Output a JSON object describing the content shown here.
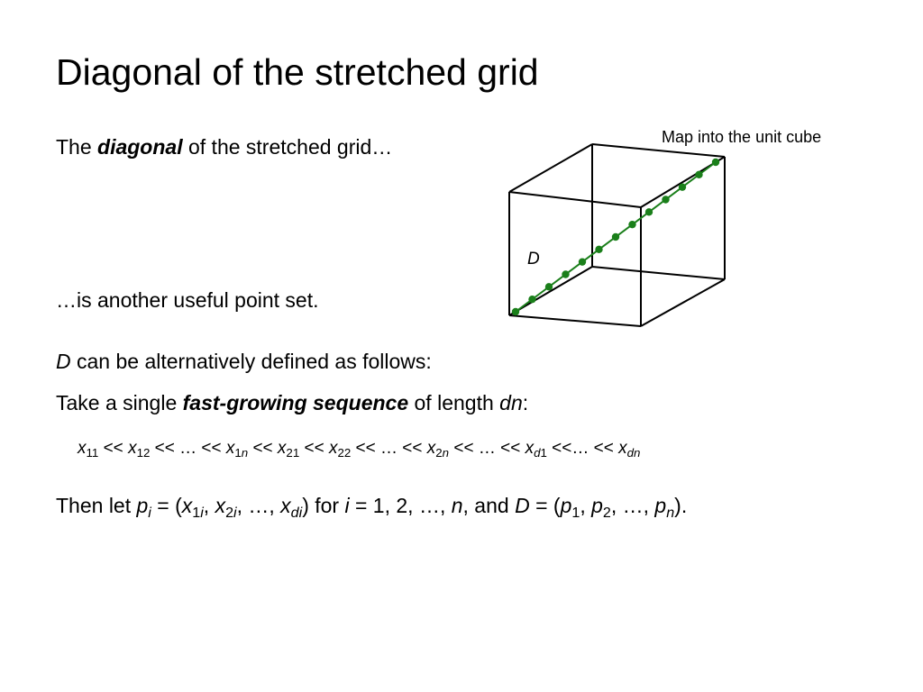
{
  "slide": {
    "title": "Diagonal of the stretched grid",
    "line1": {
      "pre": "The ",
      "bold": "diagonal",
      "post": " of the stretched grid…"
    },
    "line2": "…is another useful point set.",
    "line3": {
      "var": "D",
      "post": " can be alternatively defined as follows:"
    },
    "line4": {
      "pre": "Take a single ",
      "bold": "fast-growing sequence",
      "mid": " of length ",
      "var": "dn",
      "post": ":"
    },
    "formula": {
      "x": "x",
      "op": " << ",
      "ell": "…",
      "s11": "11",
      "s12": "12",
      "s1n_a": "1",
      "s1n_b": "n",
      "s21": "21",
      "s22": "22",
      "s2n_a": "2",
      "s2n_b": "n",
      "sd1_a": "d",
      "sd1_b": "1",
      "sdn": "dn",
      "op_tight": " <<"
    },
    "line5": {
      "then": "Then let ",
      "p": "p",
      "i": "i",
      "eq_open": " = (",
      "x": "x",
      "one": "1",
      "two": "2",
      "d": "d",
      "comma": ", ",
      "dots": "…",
      "close_for": ") for ",
      "range": " = 1, 2, …, ",
      "n": "n",
      "and": ", and ",
      "D": "D",
      "end": ")."
    }
  },
  "figure": {
    "caption": "Map into the unit cube",
    "diag_label": "D",
    "diagonal_point_count": 13,
    "line_color": "#000000",
    "diagonal_color": "#1a7f1a"
  }
}
